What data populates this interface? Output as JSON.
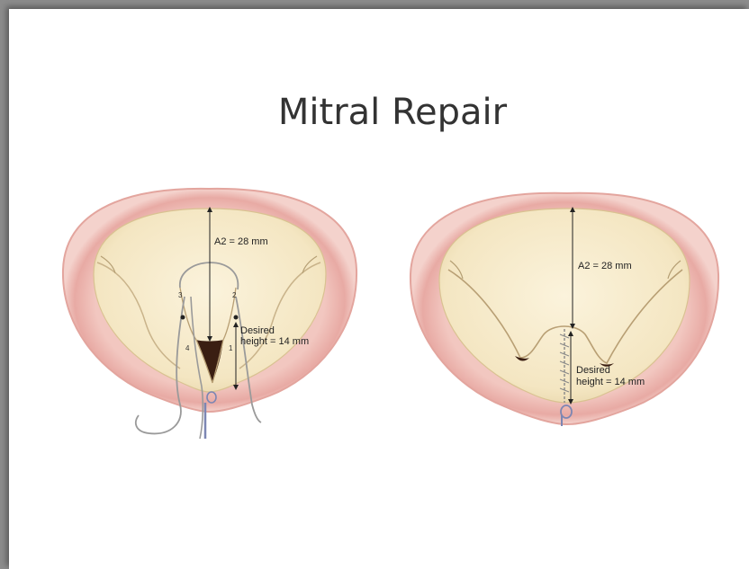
{
  "slide": {
    "title": "Mitral Repair"
  },
  "left_figure": {
    "a2_label": "A2 = 28 mm",
    "desired_label_line1": "Desired",
    "desired_label_line2": "height = 14 mm",
    "suture_numbers": [
      "1",
      "2",
      "3",
      "4"
    ]
  },
  "right_figure": {
    "a2_label": "A2 = 28 mm",
    "desired_label_line1": "Desired",
    "desired_label_line2": "height = 14 mm"
  },
  "colors": {
    "annulus_outer": "#e8b3ad",
    "annulus_inner": "#f7d6cf",
    "leaflet": "#f6ebcb",
    "gap": "#3a1e12",
    "suture": "#9a9a9a"
  }
}
